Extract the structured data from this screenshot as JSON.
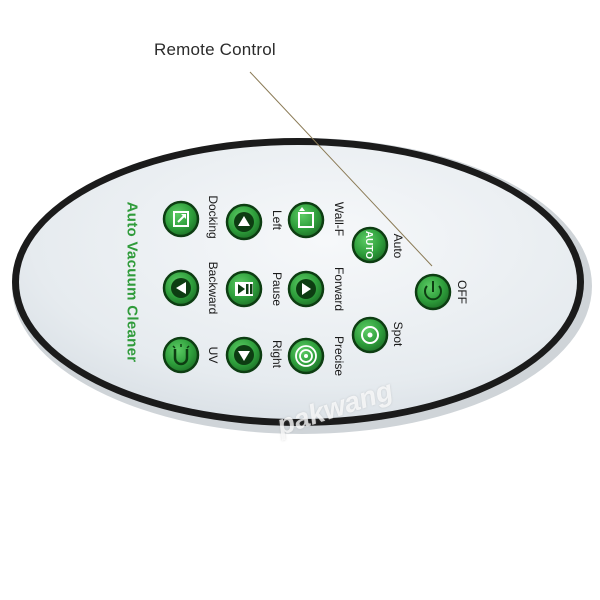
{
  "callout": {
    "label": "Remote Control"
  },
  "brand": {
    "text": "Auto Vacuum Cleaner"
  },
  "watermark": {
    "text": "pakwang"
  },
  "buttons": {
    "auto": {
      "label": "Auto",
      "icon": "auto-text-icon",
      "icon_text": "AUTO"
    },
    "off": {
      "label": "OFF",
      "icon": "power-icon"
    },
    "spot": {
      "label": "Spot",
      "icon": "spot-icon"
    },
    "wall_f": {
      "label": "Wall-F",
      "icon": "wall-follow-icon"
    },
    "forward": {
      "label": "Forward",
      "icon": "play-right-icon"
    },
    "precise": {
      "label": "Precise",
      "icon": "spiral-icon"
    },
    "left": {
      "label": "Left",
      "icon": "triangle-up-icon"
    },
    "pause": {
      "label": "Pause",
      "icon": "play-pause-icon"
    },
    "right": {
      "label": "Right",
      "icon": "triangle-down-icon"
    },
    "docking": {
      "label": "Docking",
      "icon": "dock-icon"
    },
    "backward": {
      "label": "Backward",
      "icon": "triangle-left-icon"
    },
    "uv": {
      "label": "UV",
      "icon": "uv-lamp-icon"
    }
  },
  "colors": {
    "button_green": "#2e9e3b",
    "button_ring": "#0d3d12",
    "brand_green": "#2f9b3a",
    "remote_face": "#e8edf1",
    "remote_rim": "#1b1b1b"
  }
}
